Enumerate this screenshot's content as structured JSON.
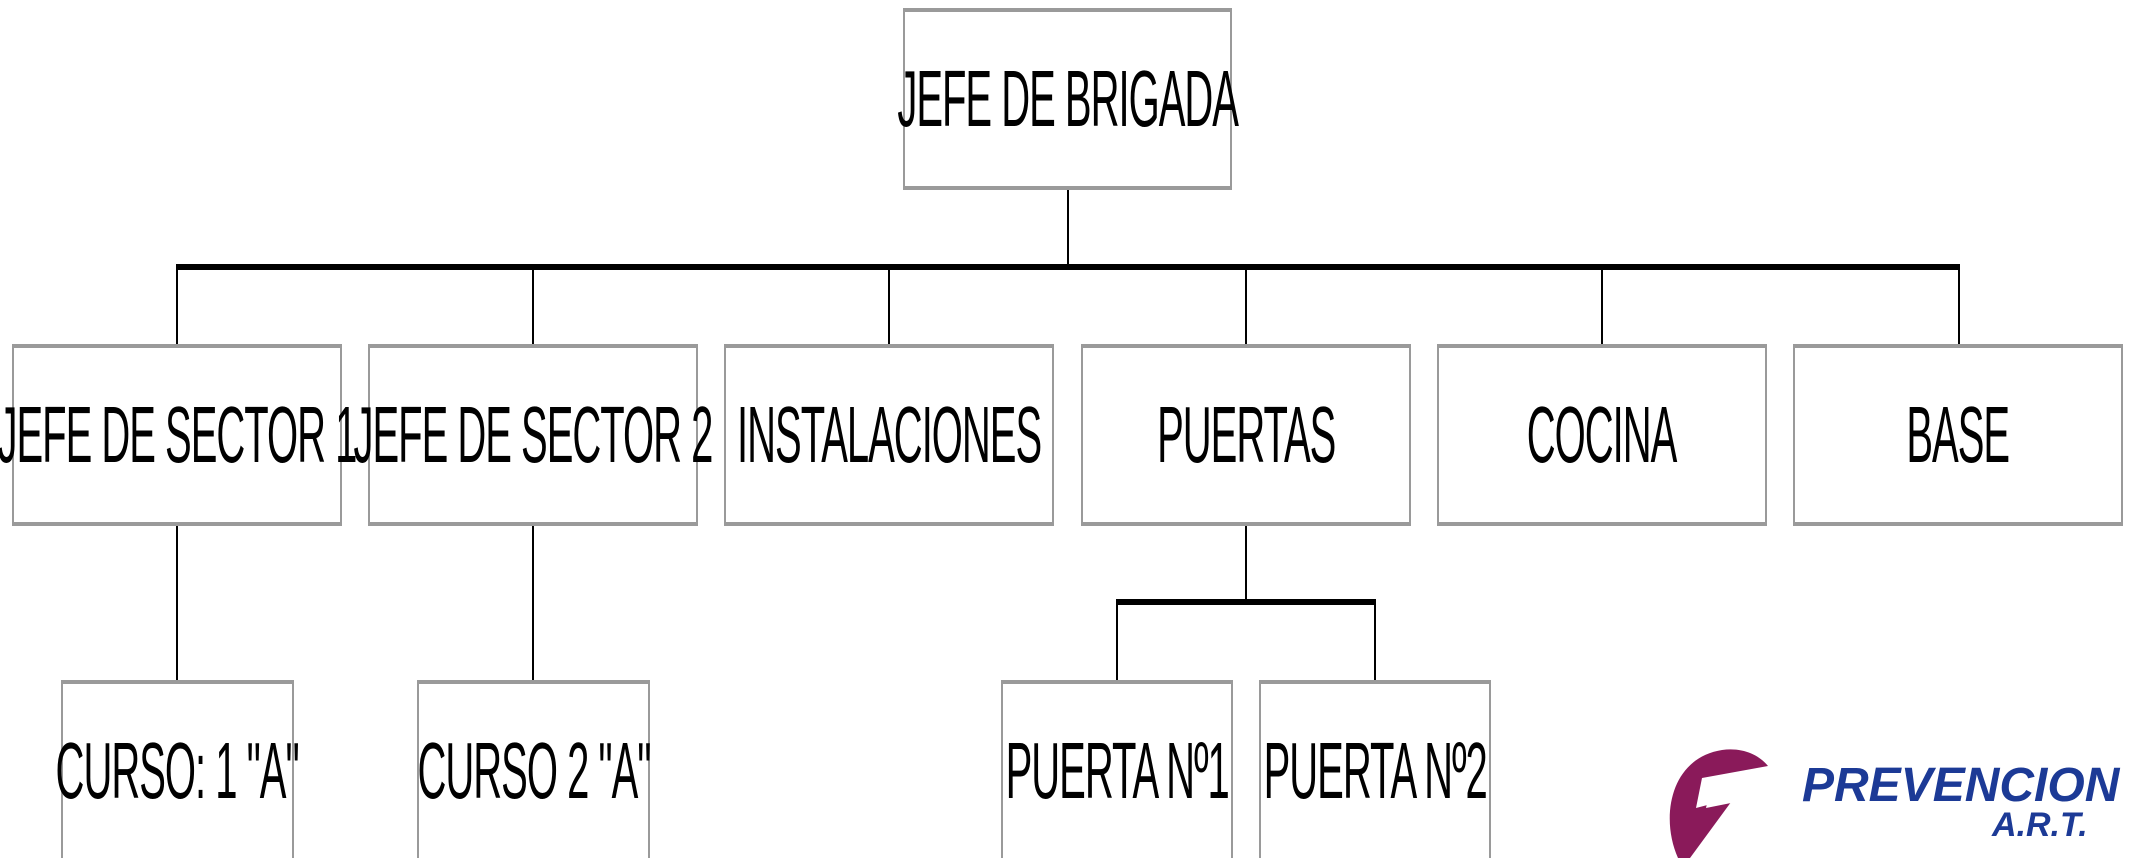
{
  "org_chart": {
    "root": "JEFE DE BRIGADA",
    "level2": [
      "JEFE DE SECTOR 1",
      "JEFE DE SECTOR 2",
      "INSTALACIONES",
      "PUERTAS",
      "COCINA",
      "BASE"
    ],
    "level3": {
      "curso_1": "CURSO: 1 \"A\"",
      "curso_2": "CURSO 2 \"A\"",
      "puerta_1": "PUERTA Nº1",
      "puerta_2": "PUERTA Nº2"
    }
  },
  "logo": {
    "name": "PREVENCION",
    "sub": "A.R.T.",
    "color_primary": "#1c3a96",
    "color_mark": "#8a1a5a"
  }
}
